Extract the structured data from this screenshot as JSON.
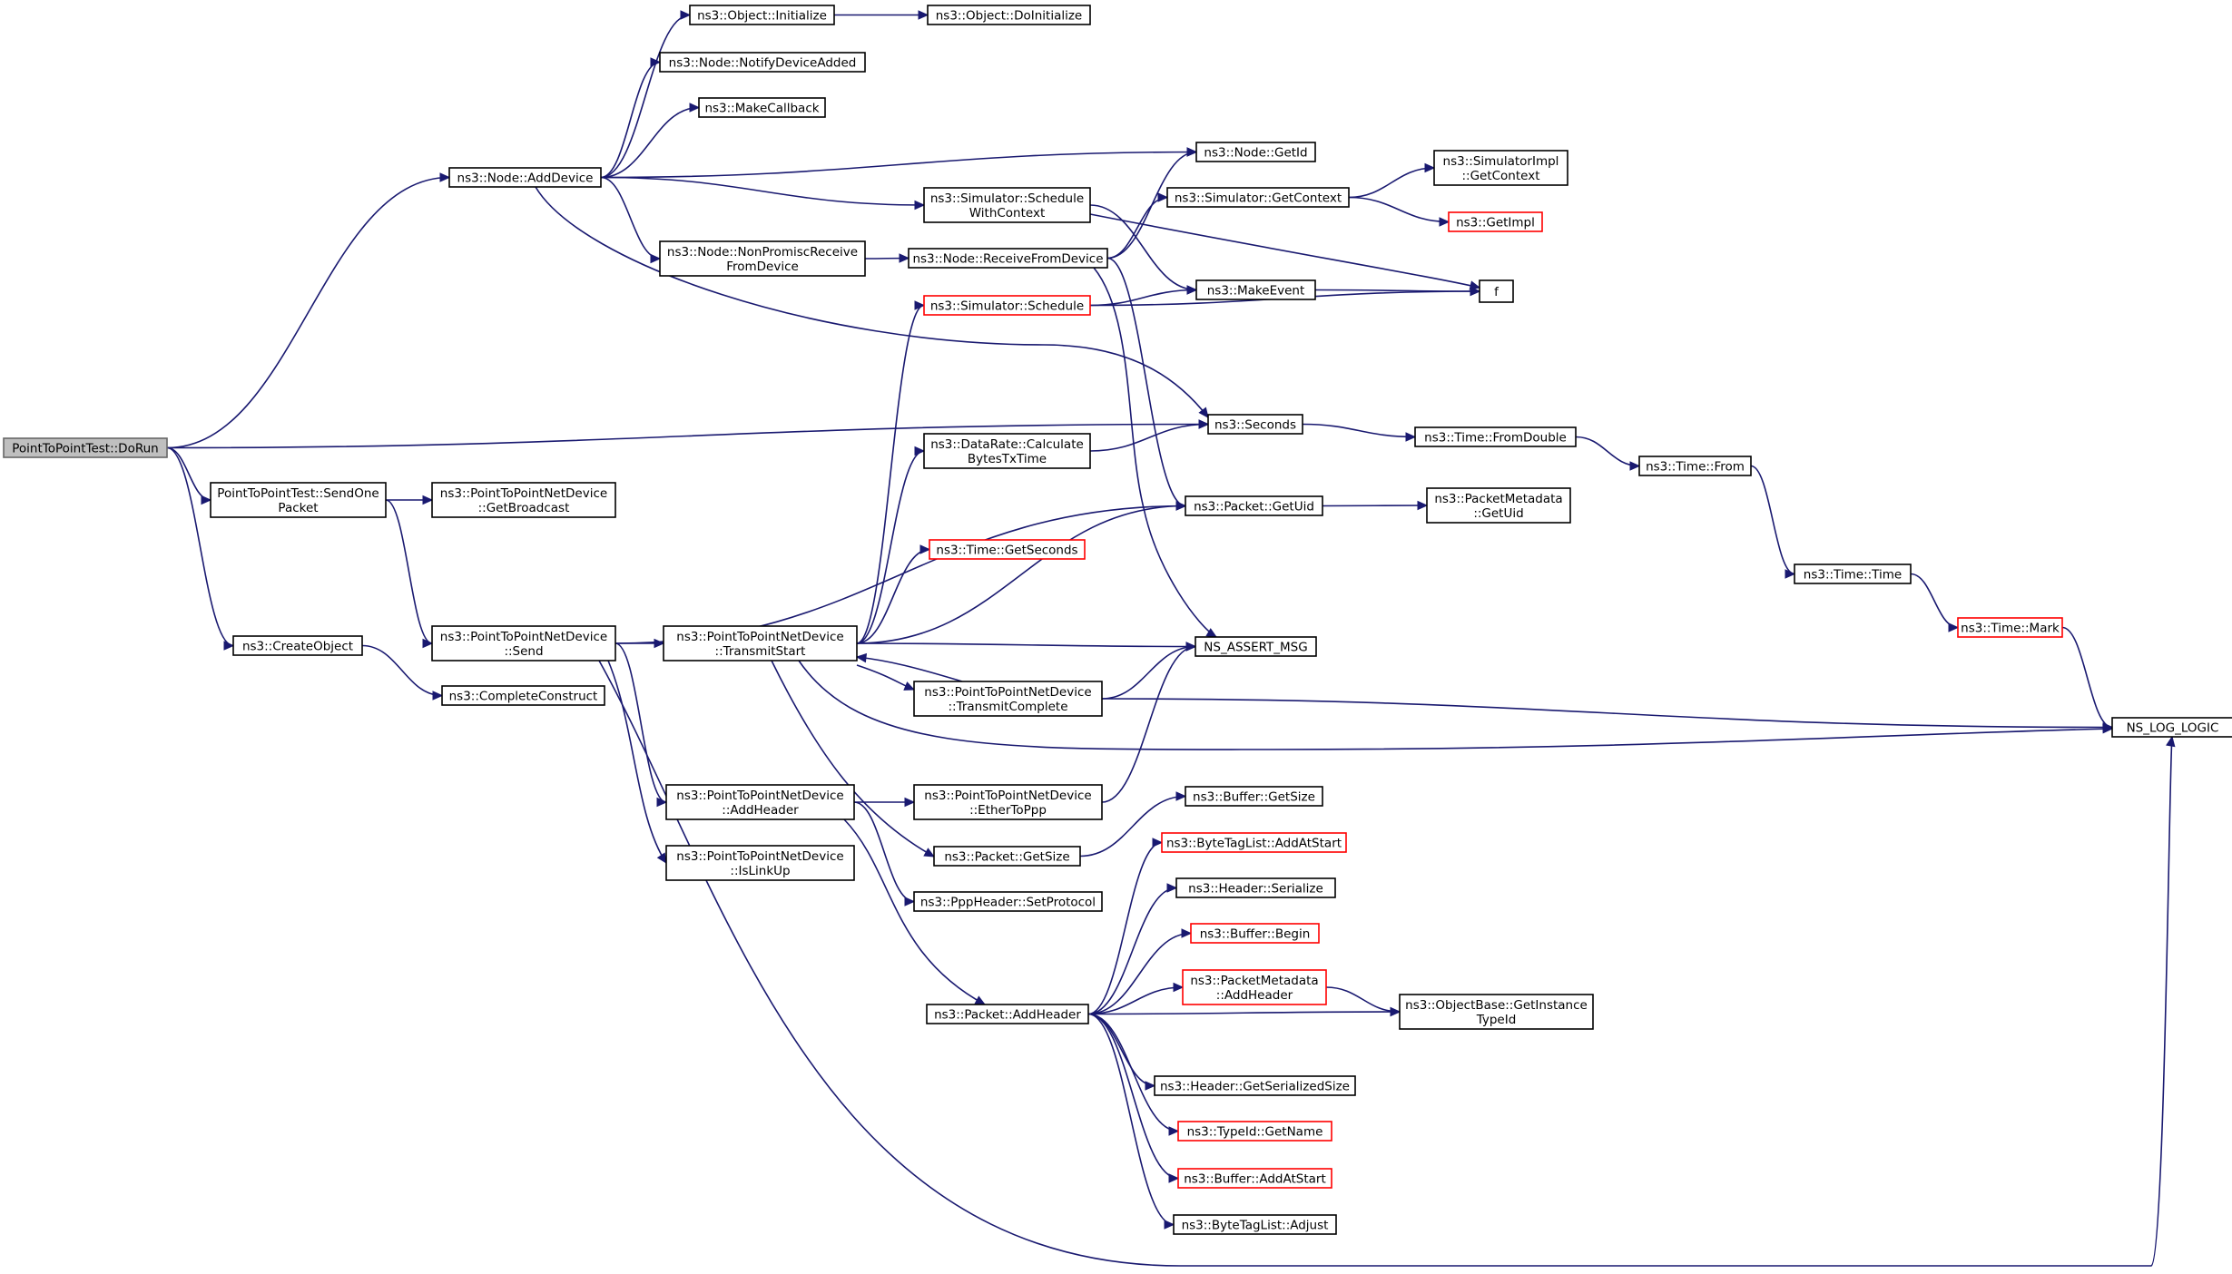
{
  "graph": {
    "root": "PointToPointTest::DoRun",
    "colors": {
      "edge": "#191970",
      "node_border": "#000000",
      "truncated_border": "#ff0000",
      "root_fill": "#bfbfbf"
    },
    "nodes": [
      {
        "id": "dorun",
        "lines": [
          "PointToPointTest::DoRun"
        ],
        "style": "root"
      },
      {
        "id": "adddevice",
        "lines": [
          "ns3::Node::AddDevice"
        ]
      },
      {
        "id": "sendone",
        "lines": [
          "PointToPointTest::SendOne",
          "Packet"
        ]
      },
      {
        "id": "createobject",
        "lines": [
          "ns3::CreateObject"
        ]
      },
      {
        "id": "seconds",
        "lines": [
          "ns3::Seconds"
        ]
      },
      {
        "id": "obj_init",
        "lines": [
          "ns3::Object::Initialize"
        ]
      },
      {
        "id": "obj_doinit",
        "lines": [
          "ns3::Object::DoInitialize"
        ]
      },
      {
        "id": "notifydev",
        "lines": [
          "ns3::Node::NotifyDeviceAdded"
        ]
      },
      {
        "id": "makecallback",
        "lines": [
          "ns3::MakeCallback"
        ]
      },
      {
        "id": "nonpromisc",
        "lines": [
          "ns3::Node::NonPromiscReceive",
          "FromDevice"
        ]
      },
      {
        "id": "schedwithctx",
        "lines": [
          "ns3::Simulator::Schedule",
          "WithContext"
        ]
      },
      {
        "id": "nodegetid",
        "lines": [
          "ns3::Node::GetId"
        ]
      },
      {
        "id": "recvfromdev",
        "lines": [
          "ns3::Node::ReceiveFromDevice"
        ]
      },
      {
        "id": "simgetctx",
        "lines": [
          "ns3::Simulator::GetContext"
        ]
      },
      {
        "id": "simimplgetctx",
        "lines": [
          "ns3::SimulatorImpl",
          "::GetContext"
        ]
      },
      {
        "id": "getimpl",
        "lines": [
          "ns3::GetImpl"
        ],
        "style": "truncated"
      },
      {
        "id": "makeevent",
        "lines": [
          "ns3::MakeEvent"
        ]
      },
      {
        "id": "f",
        "lines": [
          "f"
        ]
      },
      {
        "id": "simschedule",
        "lines": [
          "ns3::Simulator::Schedule"
        ],
        "style": "truncated"
      },
      {
        "id": "getbroadcast",
        "lines": [
          "ns3::PointToPointNetDevice",
          "::GetBroadcast"
        ]
      },
      {
        "id": "p2psend",
        "lines": [
          "ns3::PointToPointNetDevice",
          "::Send"
        ]
      },
      {
        "id": "completeconstruct",
        "lines": [
          "ns3::CompleteConstruct"
        ]
      },
      {
        "id": "datarate",
        "lines": [
          "ns3::DataRate::Calculate",
          "BytesTxTime"
        ]
      },
      {
        "id": "fromdouble",
        "lines": [
          "ns3::Time::FromDouble"
        ]
      },
      {
        "id": "timefrom",
        "lines": [
          "ns3::Time::From"
        ]
      },
      {
        "id": "packetgetuid",
        "lines": [
          "ns3::Packet::GetUid"
        ]
      },
      {
        "id": "pmgetuid",
        "lines": [
          "ns3::PacketMetadata",
          "::GetUid"
        ]
      },
      {
        "id": "timegetseconds",
        "lines": [
          "ns3::Time::GetSeconds"
        ],
        "style": "truncated"
      },
      {
        "id": "timetime",
        "lines": [
          "ns3::Time::Time"
        ]
      },
      {
        "id": "transmitstart",
        "lines": [
          "ns3::PointToPointNetDevice",
          "::TransmitStart"
        ]
      },
      {
        "id": "nsassert",
        "lines": [
          "NS_ASSERT_MSG"
        ]
      },
      {
        "id": "timemark",
        "lines": [
          "ns3::Time::Mark"
        ],
        "style": "truncated"
      },
      {
        "id": "transmitcomplete",
        "lines": [
          "ns3::PointToPointNetDevice",
          "::TransmitComplete"
        ]
      },
      {
        "id": "nsloglogic",
        "lines": [
          "NS_LOG_LOGIC"
        ]
      },
      {
        "id": "p2paddheader",
        "lines": [
          "ns3::PointToPointNetDevice",
          "::AddHeader"
        ]
      },
      {
        "id": "ethertoppp",
        "lines": [
          "ns3::PointToPointNetDevice",
          "::EtherToPpp"
        ]
      },
      {
        "id": "buffergetsize",
        "lines": [
          "ns3::Buffer::GetSize"
        ]
      },
      {
        "id": "packetgetsize",
        "lines": [
          "ns3::Packet::GetSize"
        ]
      },
      {
        "id": "bytetagaddatstart",
        "lines": [
          "ns3::ByteTagList::AddAtStart"
        ],
        "style": "truncated"
      },
      {
        "id": "islinkup",
        "lines": [
          "ns3::PointToPointNetDevice",
          "::IsLinkUp"
        ]
      },
      {
        "id": "pppsetprotocol",
        "lines": [
          "ns3::PppHeader::SetProtocol"
        ]
      },
      {
        "id": "headerserialize",
        "lines": [
          "ns3::Header::Serialize"
        ]
      },
      {
        "id": "bufferbegin",
        "lines": [
          "ns3::Buffer::Begin"
        ],
        "style": "truncated"
      },
      {
        "id": "pmaddheader",
        "lines": [
          "ns3::PacketMetadata",
          "::AddHeader"
        ],
        "style": "truncated"
      },
      {
        "id": "packetaddheader",
        "lines": [
          "ns3::Packet::AddHeader"
        ]
      },
      {
        "id": "getinstancetypeid",
        "lines": [
          "ns3::ObjectBase::GetInstance",
          "TypeId"
        ]
      },
      {
        "id": "getserializedsize",
        "lines": [
          "ns3::Header::GetSerializedSize"
        ]
      },
      {
        "id": "typeidgetname",
        "lines": [
          "ns3::TypeId::GetName"
        ],
        "style": "truncated"
      },
      {
        "id": "bufferaddatstart",
        "lines": [
          "ns3::Buffer::AddAtStart"
        ],
        "style": "truncated"
      },
      {
        "id": "bytetagadjust",
        "lines": [
          "ns3::ByteTagList::Adjust"
        ]
      }
    ],
    "edges": [
      {
        "from": "dorun",
        "to": "adddevice"
      },
      {
        "from": "dorun",
        "to": "seconds"
      },
      {
        "from": "dorun",
        "to": "sendone"
      },
      {
        "from": "dorun",
        "to": "createobject"
      },
      {
        "from": "adddevice",
        "to": "obj_init"
      },
      {
        "from": "adddevice",
        "to": "notifydev"
      },
      {
        "from": "adddevice",
        "to": "makecallback"
      },
      {
        "from": "adddevice",
        "to": "nodegetid"
      },
      {
        "from": "adddevice",
        "to": "schedwithctx"
      },
      {
        "from": "adddevice",
        "to": "nonpromisc"
      },
      {
        "from": "adddevice",
        "to": "seconds"
      },
      {
        "from": "obj_init",
        "to": "obj_doinit"
      },
      {
        "from": "nonpromisc",
        "to": "recvfromdev"
      },
      {
        "from": "schedwithctx",
        "to": "f"
      },
      {
        "from": "schedwithctx",
        "to": "makeevent"
      },
      {
        "from": "recvfromdev",
        "to": "nodegetid"
      },
      {
        "from": "recvfromdev",
        "to": "simgetctx"
      },
      {
        "from": "recvfromdev",
        "to": "packetgetuid"
      },
      {
        "from": "recvfromdev",
        "to": "nsassert"
      },
      {
        "from": "simgetctx",
        "to": "simimplgetctx"
      },
      {
        "from": "simgetctx",
        "to": "getimpl"
      },
      {
        "from": "makeevent",
        "to": "f"
      },
      {
        "from": "simschedule",
        "to": "makeevent"
      },
      {
        "from": "simschedule",
        "to": "f"
      },
      {
        "from": "sendone",
        "to": "getbroadcast"
      },
      {
        "from": "sendone",
        "to": "p2psend"
      },
      {
        "from": "createobject",
        "to": "completeconstruct"
      },
      {
        "from": "p2psend",
        "to": "packetgetuid"
      },
      {
        "from": "p2psend",
        "to": "transmitstart"
      },
      {
        "from": "p2psend",
        "to": "p2paddheader"
      },
      {
        "from": "p2psend",
        "to": "islinkup"
      },
      {
        "from": "p2psend",
        "to": "nsloglogic"
      },
      {
        "from": "datarate",
        "to": "seconds"
      },
      {
        "from": "seconds",
        "to": "fromdouble"
      },
      {
        "from": "fromdouble",
        "to": "timefrom"
      },
      {
        "from": "timefrom",
        "to": "timetime"
      },
      {
        "from": "timetime",
        "to": "timemark"
      },
      {
        "from": "timemark",
        "to": "nsloglogic"
      },
      {
        "from": "packetgetuid",
        "to": "pmgetuid"
      },
      {
        "from": "transmitstart",
        "to": "simschedule"
      },
      {
        "from": "transmitstart",
        "to": "datarate"
      },
      {
        "from": "transmitstart",
        "to": "timegetseconds"
      },
      {
        "from": "transmitstart",
        "to": "packetgetuid"
      },
      {
        "from": "transmitstart",
        "to": "nsassert"
      },
      {
        "from": "transmitstart",
        "to": "transmitcomplete"
      },
      {
        "from": "transmitstart",
        "to": "nsloglogic"
      },
      {
        "from": "transmitstart",
        "to": "packetgetsize"
      },
      {
        "from": "transmitcomplete",
        "to": "transmitstart"
      },
      {
        "from": "transmitcomplete",
        "to": "nsassert"
      },
      {
        "from": "transmitcomplete",
        "to": "nsloglogic"
      },
      {
        "from": "p2paddheader",
        "to": "ethertoppp"
      },
      {
        "from": "p2paddheader",
        "to": "pppsetprotocol"
      },
      {
        "from": "p2paddheader",
        "to": "packetaddheader"
      },
      {
        "from": "ethertoppp",
        "to": "nsassert"
      },
      {
        "from": "packetgetsize",
        "to": "buffergetsize"
      },
      {
        "from": "packetaddheader",
        "to": "bytetagaddatstart"
      },
      {
        "from": "packetaddheader",
        "to": "headerserialize"
      },
      {
        "from": "packetaddheader",
        "to": "bufferbegin"
      },
      {
        "from": "packetaddheader",
        "to": "pmaddheader"
      },
      {
        "from": "packetaddheader",
        "to": "getinstancetypeid"
      },
      {
        "from": "packetaddheader",
        "to": "getserializedsize"
      },
      {
        "from": "packetaddheader",
        "to": "typeidgetname"
      },
      {
        "from": "packetaddheader",
        "to": "bufferaddatstart"
      },
      {
        "from": "packetaddheader",
        "to": "bytetagadjust"
      },
      {
        "from": "pmaddheader",
        "to": "getinstancetypeid"
      }
    ]
  }
}
